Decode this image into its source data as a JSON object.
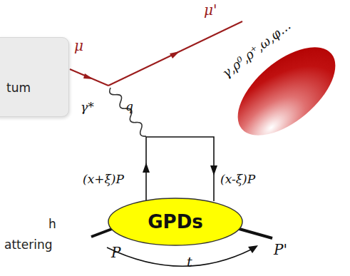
{
  "diagram": {
    "nodes": [
      {
        "text": [
          "tum"
        ]
      },
      {
        "text": [
          "GPDs"
        ]
      }
    ],
    "labels": [
      "μ",
      "μ'",
      "γ*",
      "q",
      "γ,ρ⁰,ρ⁺,ω,φ...",
      "(x+ξ)P",
      "(x-ξ)P",
      "P",
      "P'",
      "t",
      "h",
      "attering"
    ]
  }
}
